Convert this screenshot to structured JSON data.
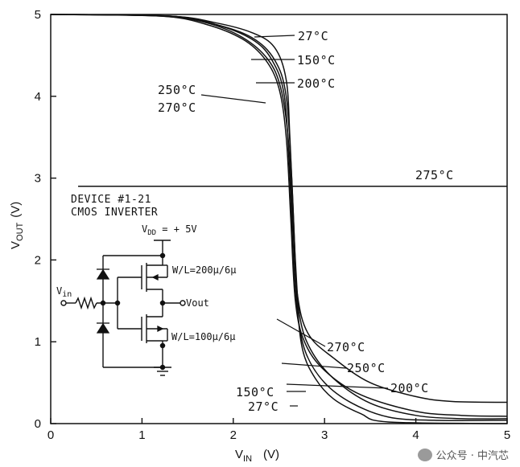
{
  "chart_data": {
    "type": "line",
    "xlabel": "V",
    "xlabel_sub": "IN",
    "xlabel_unit": "(V)",
    "ylabel": "V",
    "ylabel_sub": "OUT",
    "ylabel_unit": "(V)",
    "xlim": [
      0,
      5
    ],
    "ylim": [
      0,
      5
    ],
    "x_ticks": [
      "0",
      "1",
      "2",
      "3",
      "4",
      "5"
    ],
    "y_ticks": [
      "0",
      "1",
      "2",
      "3",
      "4",
      "5"
    ],
    "grid": false,
    "series": [
      {
        "name": "27°C",
        "points": [
          [
            0,
            5
          ],
          [
            1.3,
            4.98
          ],
          [
            1.8,
            4.9
          ],
          [
            2.2,
            4.78
          ],
          [
            2.45,
            4.6
          ],
          [
            2.58,
            4.2
          ],
          [
            2.62,
            3.5
          ],
          [
            2.66,
            2.5
          ],
          [
            2.7,
            1.5
          ],
          [
            2.76,
            0.9
          ],
          [
            2.9,
            0.55
          ],
          [
            3.1,
            0.3
          ],
          [
            3.4,
            0.12
          ],
          [
            3.7,
            0.02
          ],
          [
            5,
            0
          ]
        ]
      },
      {
        "name": "150°C",
        "points": [
          [
            0,
            5
          ],
          [
            1.3,
            4.98
          ],
          [
            1.8,
            4.88
          ],
          [
            2.2,
            4.7
          ],
          [
            2.42,
            4.45
          ],
          [
            2.56,
            4.0
          ],
          [
            2.62,
            3.0
          ],
          [
            2.66,
            2.0
          ],
          [
            2.71,
            1.3
          ],
          [
            2.8,
            0.85
          ],
          [
            3.0,
            0.5
          ],
          [
            3.3,
            0.25
          ],
          [
            3.7,
            0.08
          ],
          [
            4.2,
            0.04
          ],
          [
            5,
            0.04
          ]
        ]
      },
      {
        "name": "200°C",
        "points": [
          [
            0,
            5
          ],
          [
            1.3,
            4.98
          ],
          [
            1.8,
            4.88
          ],
          [
            2.2,
            4.72
          ],
          [
            2.45,
            4.45
          ],
          [
            2.58,
            4.0
          ],
          [
            2.64,
            3.0
          ],
          [
            2.68,
            2.0
          ],
          [
            2.73,
            1.3
          ],
          [
            2.85,
            0.9
          ],
          [
            3.1,
            0.55
          ],
          [
            3.5,
            0.25
          ],
          [
            4.0,
            0.1
          ],
          [
            4.5,
            0.06
          ],
          [
            5,
            0.06
          ]
        ]
      },
      {
        "name": "250°C",
        "points": [
          [
            0,
            5
          ],
          [
            1.2,
            4.98
          ],
          [
            1.7,
            4.88
          ],
          [
            2.1,
            4.7
          ],
          [
            2.35,
            4.45
          ],
          [
            2.5,
            4.1
          ],
          [
            2.58,
            3.5
          ],
          [
            2.63,
            2.5
          ],
          [
            2.68,
            1.5
          ],
          [
            2.78,
            1.0
          ],
          [
            3.0,
            0.65
          ],
          [
            3.4,
            0.35
          ],
          [
            4.0,
            0.15
          ],
          [
            4.5,
            0.1
          ],
          [
            5,
            0.09
          ]
        ]
      },
      {
        "name": "270°C",
        "points": [
          [
            0,
            5
          ],
          [
            1.2,
            4.98
          ],
          [
            1.7,
            4.9
          ],
          [
            2.1,
            4.72
          ],
          [
            2.38,
            4.45
          ],
          [
            2.52,
            4.1
          ],
          [
            2.6,
            3.5
          ],
          [
            2.65,
            2.5
          ],
          [
            2.7,
            1.6
          ],
          [
            2.82,
            1.1
          ],
          [
            3.1,
            0.8
          ],
          [
            3.5,
            0.5
          ],
          [
            4.0,
            0.33
          ],
          [
            4.4,
            0.27
          ],
          [
            5,
            0.26
          ]
        ]
      },
      {
        "name": "275°C",
        "points": [
          [
            0.3,
            2.9
          ],
          [
            5,
            2.9
          ]
        ]
      }
    ],
    "annotations": [
      {
        "text": "27°C"
      },
      {
        "text": "150°C"
      },
      {
        "text": "200°C"
      },
      {
        "text": "250°C"
      },
      {
        "text": "270°C"
      },
      {
        "text": "275°C"
      },
      {
        "text": "270°C"
      },
      {
        "text": "250°C"
      },
      {
        "text": "200°C"
      },
      {
        "text": "150°C"
      },
      {
        "text": "27°C"
      }
    ]
  },
  "inset": {
    "device_line1": "DEVICE #1-21",
    "device_line2": "CMOS INVERTER",
    "vdd_label": "V",
    "vdd_sub": "DD",
    "vdd_value": " = + 5V",
    "wl_top": "W/L=200μ/6μ",
    "wl_bottom": "W/L=100μ/6μ",
    "vin_label": "V",
    "vin_sub": "in",
    "vout_label": "Vout"
  },
  "watermark": {
    "text": "公众号 · 中汽芯"
  }
}
